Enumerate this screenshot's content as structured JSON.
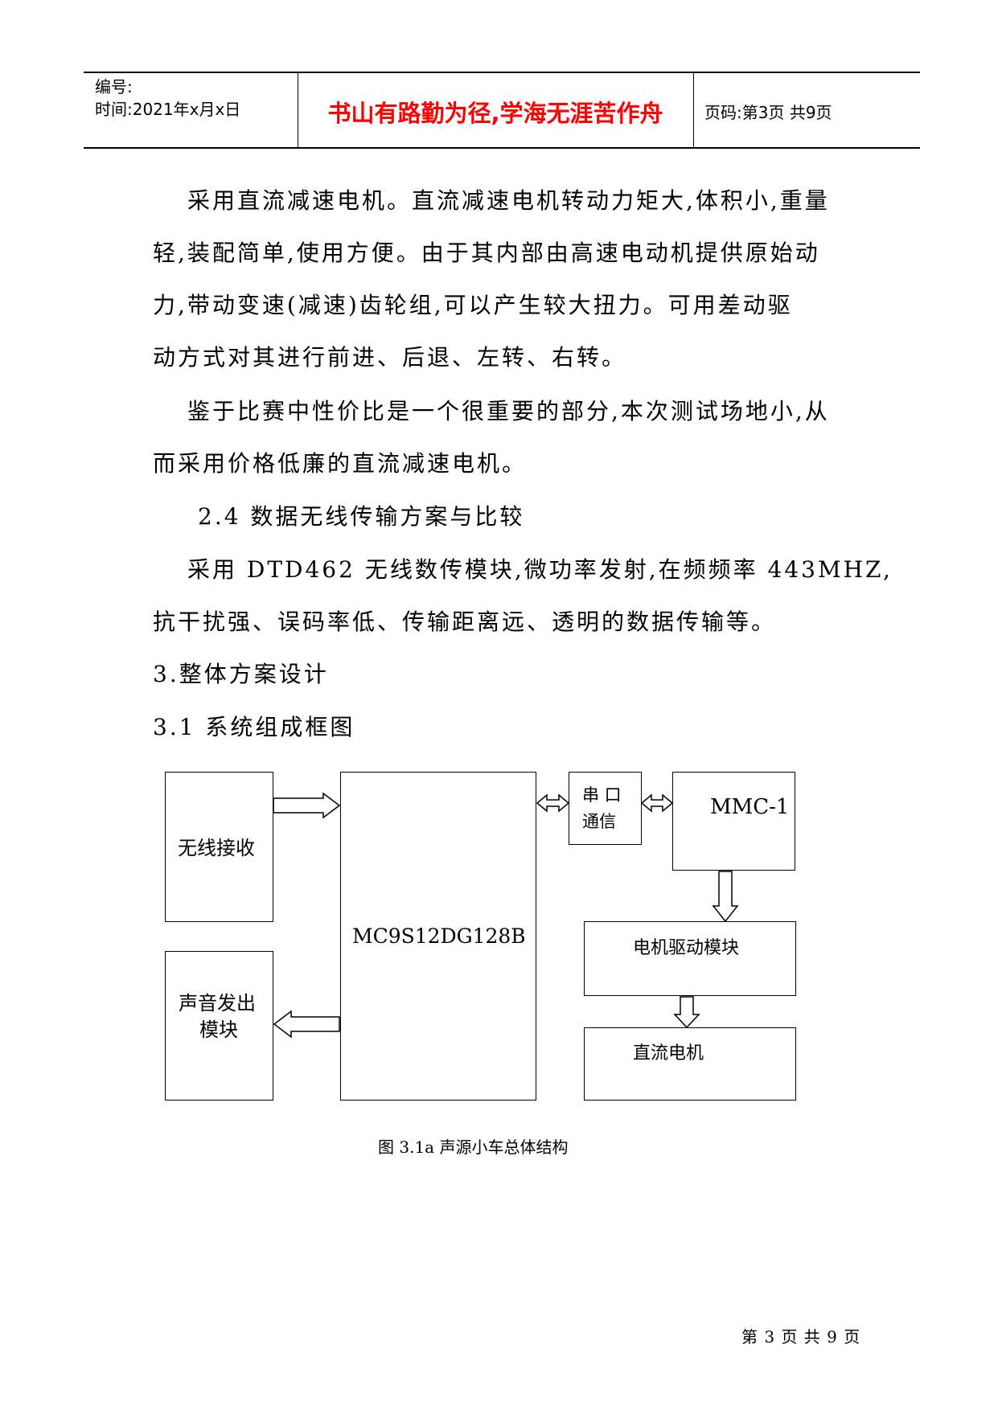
{
  "header": {
    "code_label": "编号:",
    "time_label": "时间:2021年x月x日",
    "motto": "书山有路勤为径,学海无涯苦作舟",
    "page_label": "页码:第3页 共9页"
  },
  "body": {
    "lines": [
      "采用直流减速电机。直流减速电机转动力矩大,体积小,重量",
      "轻,装配简单,使用方便。由于其内部由高速电动机提供原始动",
      "力,带动变速(减速)齿轮组,可以产生较大扭力。可用差动驱",
      "动方式对其进行前进、后退、左转、右转。",
      "鉴于比赛中性价比是一个很重要的部分,本次测试场地小,从",
      "而采用价格低廉的直流减速电机。",
      "2.4 数据无线传输方案与比较",
      "采用 DTD462 无线数传模块,微功率发射,在频频率 443MHZ,",
      "抗干扰强、误码率低、传输距离远、透明的数据传输等。",
      "3.整体方案设计",
      "3.1 系统组成框图"
    ]
  },
  "diagram": {
    "wireless_receive": "无线接收",
    "sound_module_1": "声音发出",
    "sound_module_2": "模块",
    "mcu": "MC9S12DG128B",
    "serial_1": "串  口",
    "serial_2": "通信",
    "mmc": "MMC-1",
    "motor_driver": "电机驱动模块",
    "dc_motor": "直流电机"
  },
  "caption": "图 3.1a 声源小车总体结构",
  "footer": "第 3 页 共 9 页"
}
